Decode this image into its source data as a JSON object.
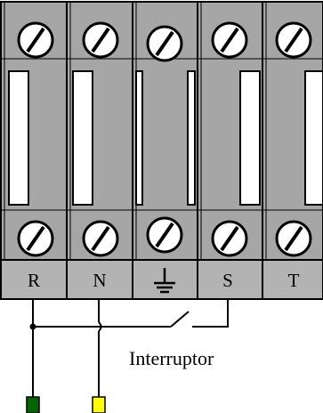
{
  "terminals": [
    {
      "id": "R",
      "label": "R"
    },
    {
      "id": "N",
      "label": "N"
    },
    {
      "id": "ground",
      "label": "",
      "icon": "ground-icon"
    },
    {
      "id": "S",
      "label": "S"
    },
    {
      "id": "T",
      "label": "T"
    }
  ],
  "switch_label": "Interruptor",
  "colors": {
    "block_fill": "#a6a6a6",
    "label_strip": "#b3b3b3",
    "screw_fill": "#ffffff",
    "wire_green": "#006600",
    "wire_yellow": "#ffff00",
    "outline": "#000000"
  }
}
